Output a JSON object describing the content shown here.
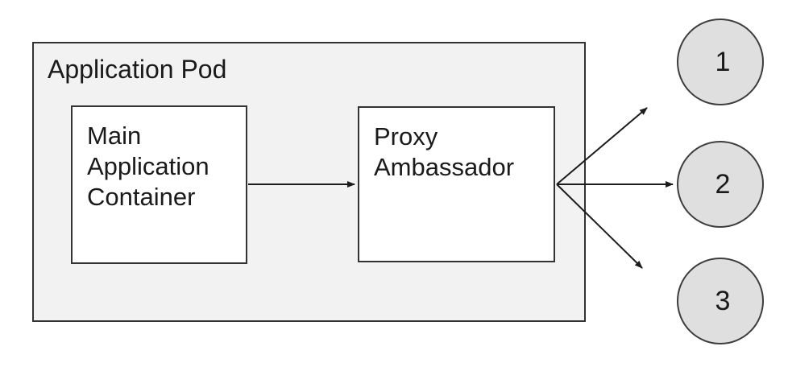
{
  "pod": {
    "label": "Application Pod"
  },
  "containers": {
    "main": {
      "label": "Main Application Container"
    },
    "proxy": {
      "label": "Proxy Ambassador"
    }
  },
  "endpoints": [
    {
      "label": "1"
    },
    {
      "label": "2"
    },
    {
      "label": "3"
    }
  ],
  "connections": [
    {
      "from": "Main Application Container",
      "to": "Proxy Ambassador"
    },
    {
      "from": "Proxy Ambassador",
      "to": "1"
    },
    {
      "from": "Proxy Ambassador",
      "to": "2"
    },
    {
      "from": "Proxy Ambassador",
      "to": "3"
    }
  ],
  "colors": {
    "background": "#ffffff",
    "pod_fill": "#f2f2f2",
    "node_fill": "#ffffff",
    "endpoint_fill": "#dfdfdf",
    "border": "#333333",
    "border_circle": "#3d3d3d",
    "arrow": "#1c1c1c",
    "text": "#1a1a1a"
  }
}
